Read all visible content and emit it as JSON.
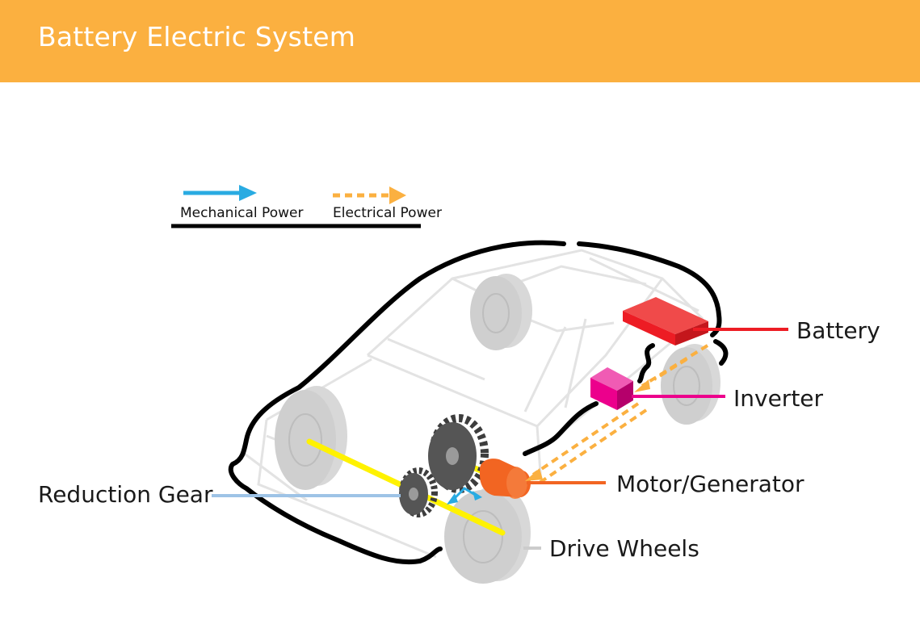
{
  "header": {
    "title": "Battery Electric System"
  },
  "legend": {
    "mechanical": {
      "label": "Mechanical Power",
      "color": "#29abe2"
    },
    "electrical": {
      "label": "Electrical Power",
      "color": "#fbb040"
    }
  },
  "components": {
    "battery": {
      "label": "Battery",
      "color": "#ed1c24"
    },
    "inverter": {
      "label": "Inverter",
      "color": "#ec008c"
    },
    "motor": {
      "label": "Motor/Generator",
      "color": "#f26522"
    },
    "reduction_gear": {
      "label": "Reduction Gear",
      "color": "#9ec3e6"
    },
    "drive_wheels": {
      "label": "Drive Wheels",
      "color": "#cccccc"
    }
  },
  "colors": {
    "header_bg": "#fbb040",
    "axle": "#fff200",
    "gear": "#3d3d3d",
    "wheel": "#cfcfcf",
    "car_outline": "#000000",
    "car_interior": "#e3e3e3"
  }
}
